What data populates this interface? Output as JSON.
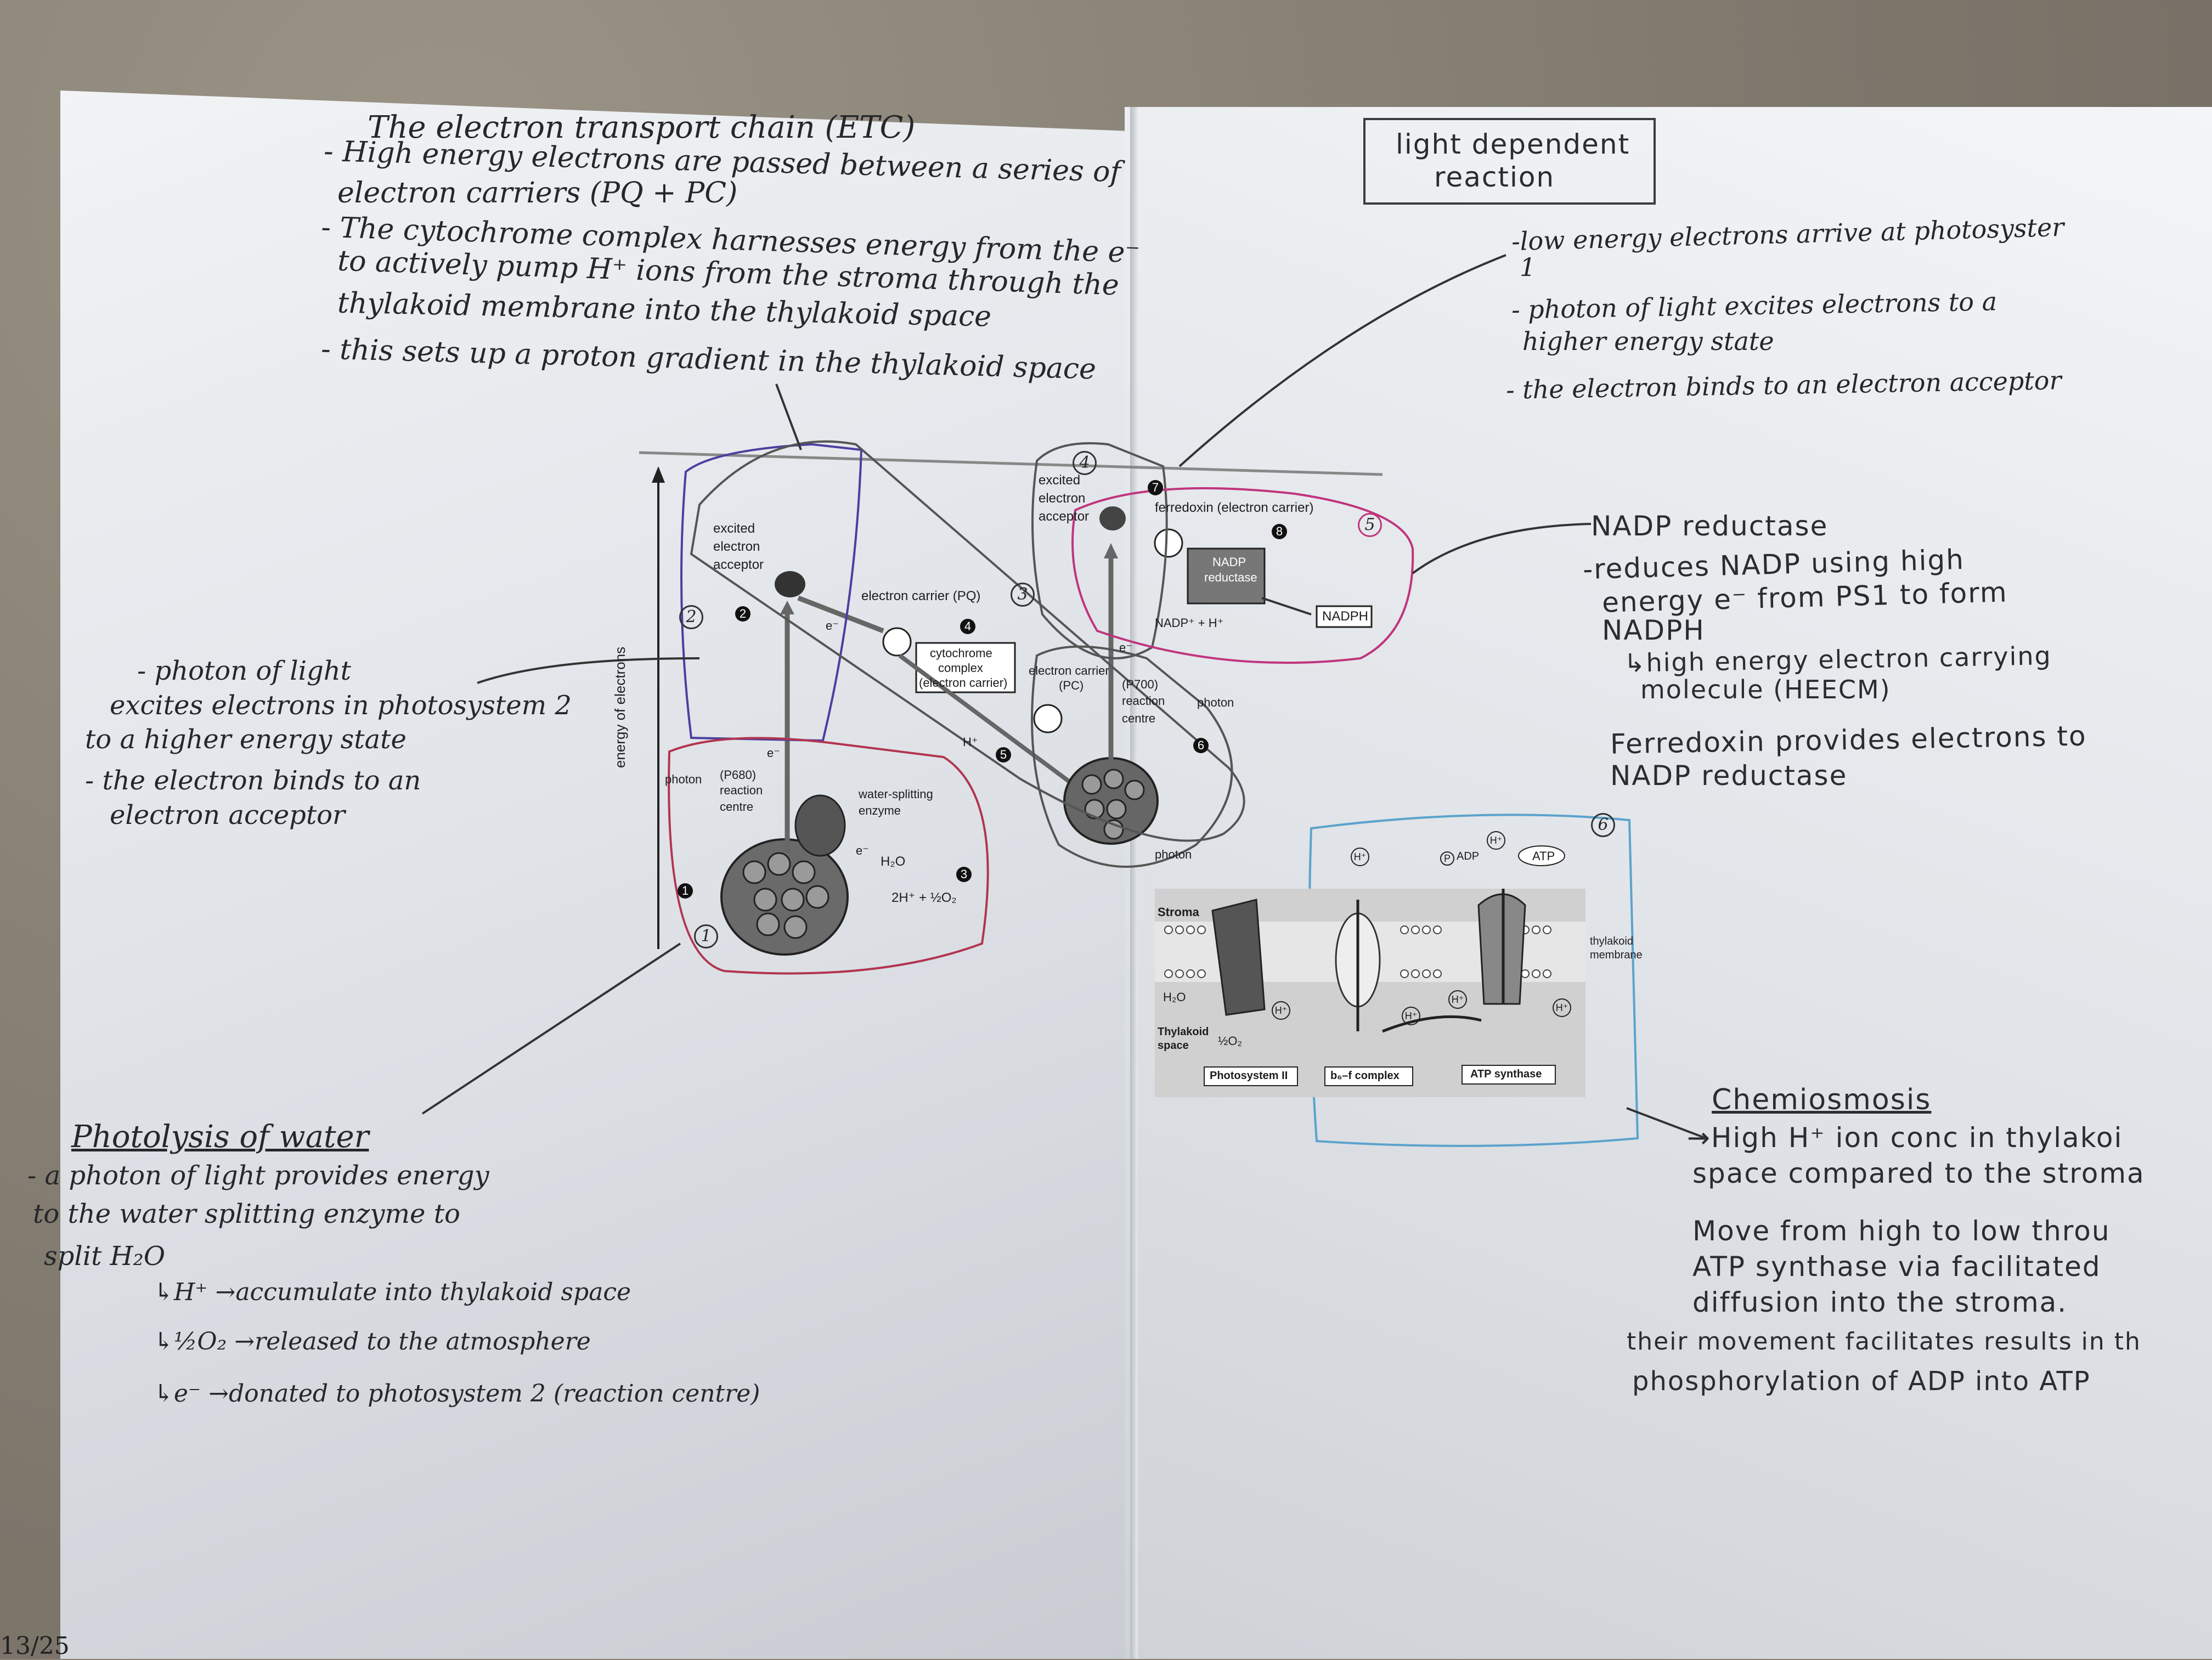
{
  "left_page": {
    "etc_title": "The electron transport chain (ETC)",
    "etc_lines": [
      "- High energy electrons are passed between a series of",
      "electron carriers (PQ + PC)",
      "- The cytochrome complex harnesses energy from the e⁻",
      "to actively pump H⁺ ions from the stroma through the",
      "thylakoid membrane into the thylakoid space",
      "- this sets up a proton gradient in the thylakoid space"
    ],
    "ps2_note": [
      "- photon of light",
      "excites electrons in photosystem 2",
      "to a higher energy state",
      "- the electron binds to an",
      "electron acceptor"
    ],
    "photolysis_title": "Photolysis of water",
    "photolysis_lines": [
      "- a photon of light provides energy",
      "to the water splitting enzyme to",
      "split H₂O"
    ],
    "photolysis_products": [
      "↳H⁺ →accumulate into thylakoid space",
      "↳½O₂ →released to the atmosphere",
      "↳e⁻ →donated to photosystem 2 (reaction centre)"
    ],
    "page_number": "13/25"
  },
  "right_page": {
    "box_title_line1": "light dependent",
    "box_title_line2": "reaction",
    "ps1_lines": [
      "-low energy electrons arrive at photosyster",
      "1",
      "- photon of light excites electrons to a",
      "higher energy state",
      "- the electron binds to an electron acceptor"
    ],
    "nadp_title": "NADP reductase",
    "nadp_lines": [
      "-reduces NADP using high",
      "energy e⁻ from PS1 to form",
      "NADPH",
      "↳high energy electron carrying",
      "molecule (HEECM)"
    ],
    "ferredoxin_lines": [
      "Ferredoxin provides electrons to",
      "NADP reductase"
    ],
    "chemi_title": "Chemiosmosis",
    "chemi_lines": [
      "→High H⁺ ion conc in thylakoi",
      "space compared to the stroma",
      "Move from high to low throu",
      "ATP synthase via facilitated",
      "diffusion into the stroma.",
      "their movement facilitates results in th",
      "phosphorylation of ADP into ATP"
    ]
  },
  "figure_z": {
    "axis_label": "energy of electrons",
    "excited_acceptor_1": [
      "excited",
      "electron",
      "acceptor"
    ],
    "excited_acceptor_2": [
      "excited",
      "electron",
      "acceptor"
    ],
    "pq_label": "electron carrier (PQ)",
    "cyto_label": [
      "cytochrome",
      "complex",
      "(electron carrier)"
    ],
    "pc_label": [
      "electron carrier",
      "(PC)"
    ],
    "p700_label": [
      "(P700)",
      "reaction",
      "centre"
    ],
    "p680_label": [
      "(P680)",
      "reaction",
      "centre"
    ],
    "ferredoxin_label": "ferredoxin (electron carrier)",
    "nadp_reductase_label": [
      "NADP",
      "reductase"
    ],
    "nadp_h_label": "NADP⁺ + H⁺",
    "nadph_label": "NADPH",
    "photon_1": "photon",
    "photon_2": "photon",
    "water_enzyme": [
      "water-splitting",
      "enzyme"
    ],
    "h2o": "H₂O",
    "products": "2H⁺ + ½O₂",
    "electron": "e⁻",
    "h_plus": "H⁺",
    "step_numbers": [
      "1",
      "2",
      "3",
      "4",
      "5",
      "6",
      "7",
      "8"
    ],
    "circled_numbers": [
      "1",
      "2",
      "3",
      "4",
      "5",
      "6"
    ]
  },
  "figure_membrane": {
    "photon": "photon",
    "stroma": "Stroma",
    "thylakoid_membrane": [
      "thylakoid",
      "membrane"
    ],
    "thylakoid_space": [
      "Thylakoid",
      "space"
    ],
    "h2o": "H₂O",
    "o2": "½O₂",
    "adp": "ADP",
    "atp": "ATP",
    "pi": "P",
    "h": "H⁺",
    "ps2": "Photosystem II",
    "b6f": "b₆–f complex",
    "atp_synthase": "ATP synthase"
  }
}
